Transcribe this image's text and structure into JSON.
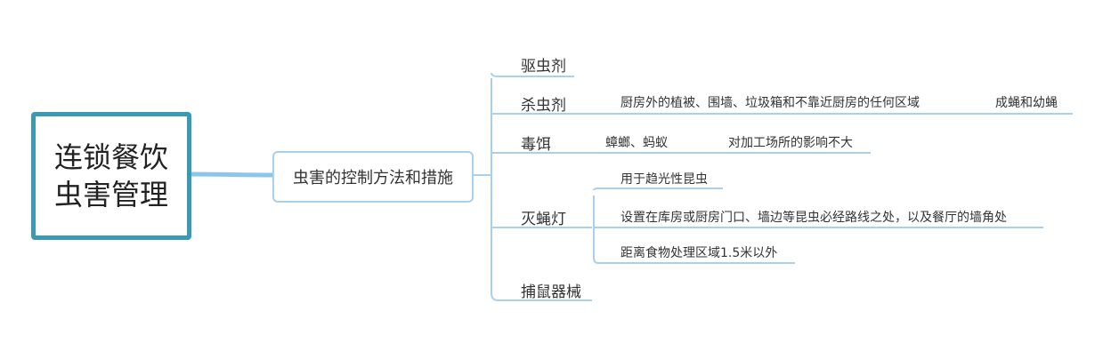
{
  "root": {
    "line1": "连锁餐饮",
    "line2": "虫害管理"
  },
  "main_topic": "虫害的控制方法和措施",
  "branches": {
    "repellent": {
      "label": "驱虫剂"
    },
    "insecticide": {
      "label": "杀虫剂",
      "detail": "厨房外的植被、围墙、垃圾箱和不靠近厨房的任何区域",
      "target": "成蝇和幼蝇"
    },
    "bait": {
      "label": "毒饵",
      "detail": "蟑螂、蚂蚁",
      "note": "对加工场所的影响不大"
    },
    "fly_lamp": {
      "label": "灭蝇灯",
      "items": [
        "用于趋光性昆虫",
        "设置在库房或厨房门口、墙边等昆虫必经路线之处，以及餐厅的墙角处",
        "距离食物处理区域1.5米以外"
      ]
    },
    "mousetrap": {
      "label": "捕鼠器械"
    }
  },
  "colors": {
    "root_border": "#3a9ab4",
    "connector": "#a9d0ee",
    "root_connector": "#8cc6ea"
  }
}
